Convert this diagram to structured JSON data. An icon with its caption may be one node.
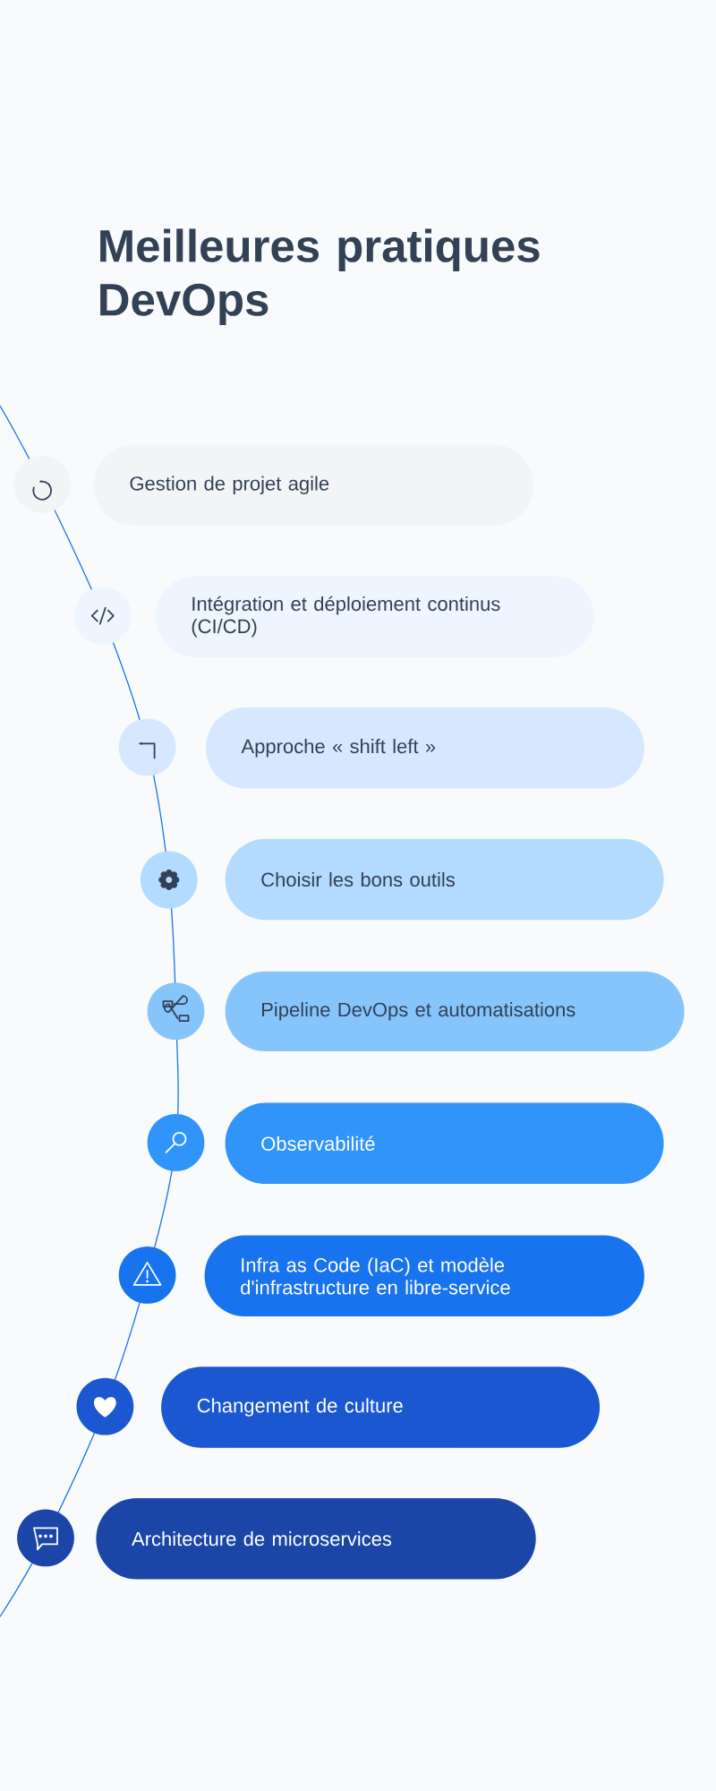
{
  "diagram": {
    "title": "Meilleures pratiques DevOps",
    "nodes": [
      {
        "text": [
          "Gestion de projet agile"
        ]
      },
      {
        "text": [
          "Intégration et déploiement continus (CI/CD)"
        ]
      },
      {
        "text": [
          "Approche « shift left »"
        ]
      },
      {
        "text": [
          "Choisir les bons outils"
        ]
      },
      {
        "text": [
          "Pipeline DevOps et automatisations"
        ]
      },
      {
        "text": [
          "Observabilité"
        ]
      },
      {
        "text": [
          "Infra as Code (IaC) et modèle d'infrastructure en libre-service"
        ]
      },
      {
        "text": [
          "Changement de culture"
        ]
      },
      {
        "text": [
          "Architecture de microservices"
        ]
      }
    ]
  }
}
